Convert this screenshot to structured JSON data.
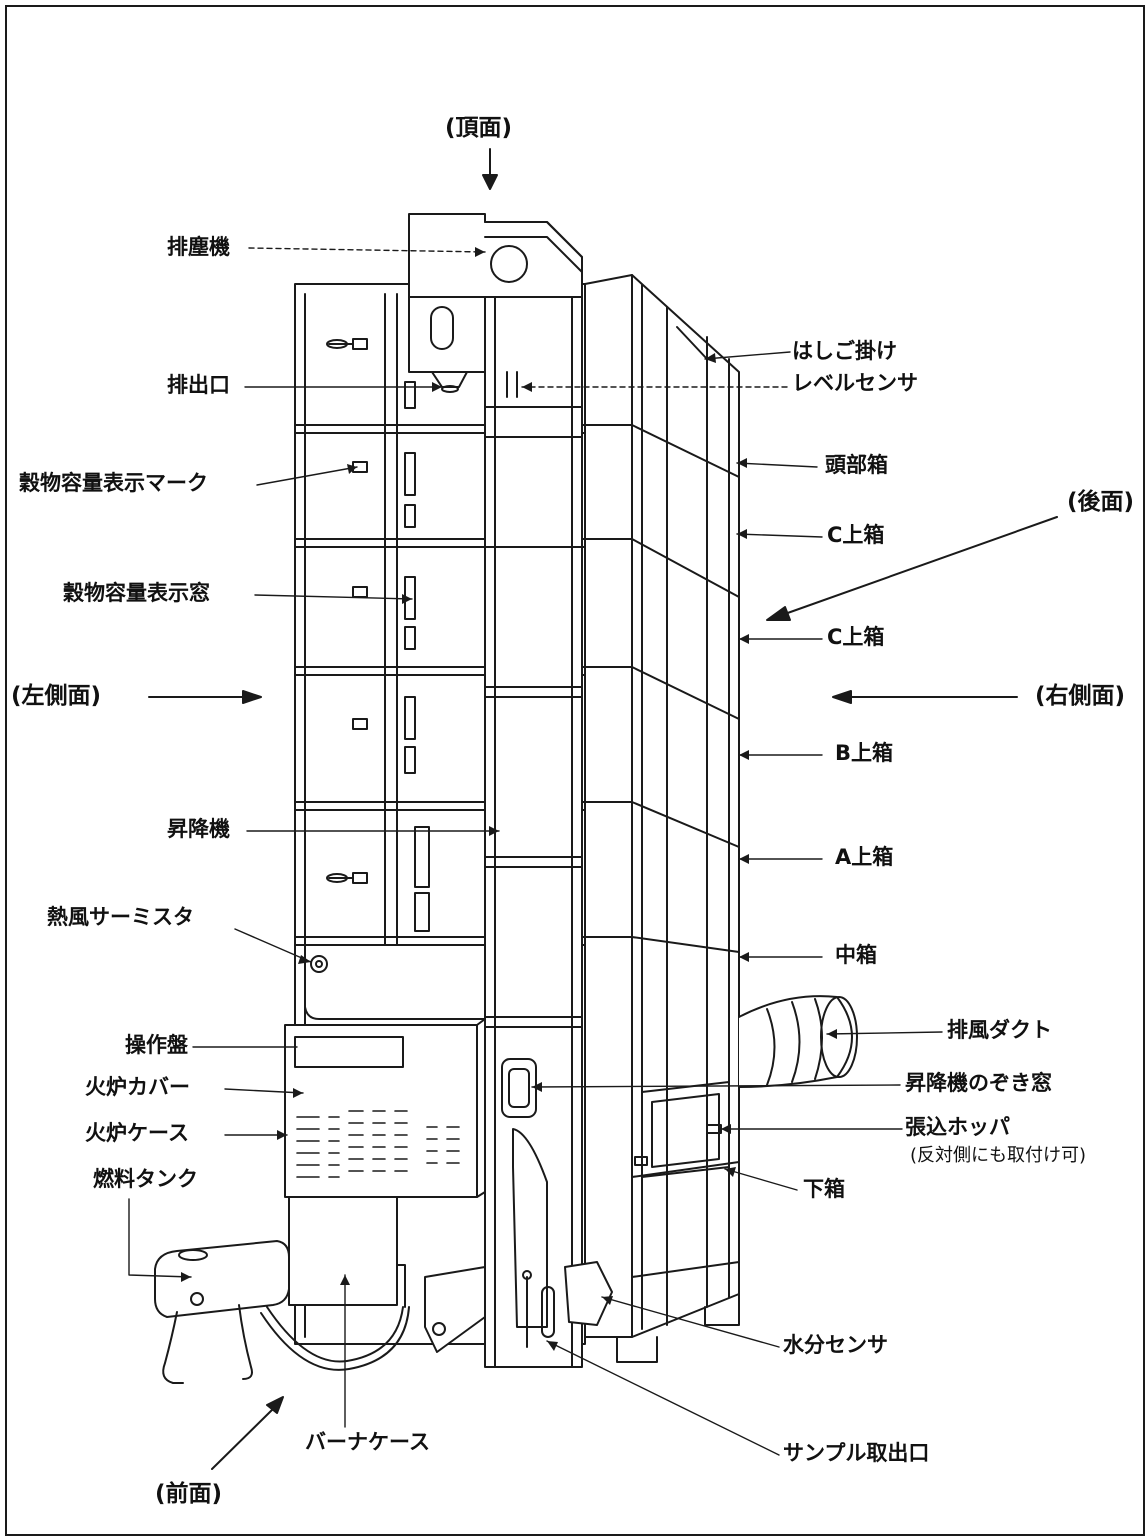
{
  "views": {
    "top": "(頂面)",
    "rear": "(後面)",
    "left": "(左側面)",
    "right": "(右側面)",
    "front": "(前面)"
  },
  "labels": {
    "dust_remover": "排塵機",
    "discharge_port": "排出口",
    "grain_capacity_mark": "穀物容量表示マーク",
    "grain_capacity_window": "穀物容量表示窓",
    "elevator": "昇降機",
    "hot_air_thermistor": "熱風サーミスタ",
    "control_panel": "操作盤",
    "furnace_cover": "火炉カバー",
    "furnace_case": "火炉ケース",
    "fuel_tank": "燃料タンク",
    "burner_case": "バーナケース",
    "ladder_hook": "はしご掛け",
    "level_sensor": "レベルセンサ",
    "head_box": "頭部箱",
    "c_upper_box_1": "C上箱",
    "c_upper_box_2": "C上箱",
    "b_upper_box": "B上箱",
    "a_upper_box": "A上箱",
    "middle_box": "中箱",
    "exhaust_duct": "排風ダクト",
    "elevator_peep_window": "昇降機のぞき窓",
    "loading_hopper": "張込ホッパ",
    "loading_hopper_note": "(反対側にも取付け可)",
    "lower_box": "下箱",
    "moisture_sensor": "水分センサ",
    "sample_outlet": "サンプル取出口"
  },
  "colors": {
    "line": "#1a1a1a",
    "background": "#ffffff"
  }
}
